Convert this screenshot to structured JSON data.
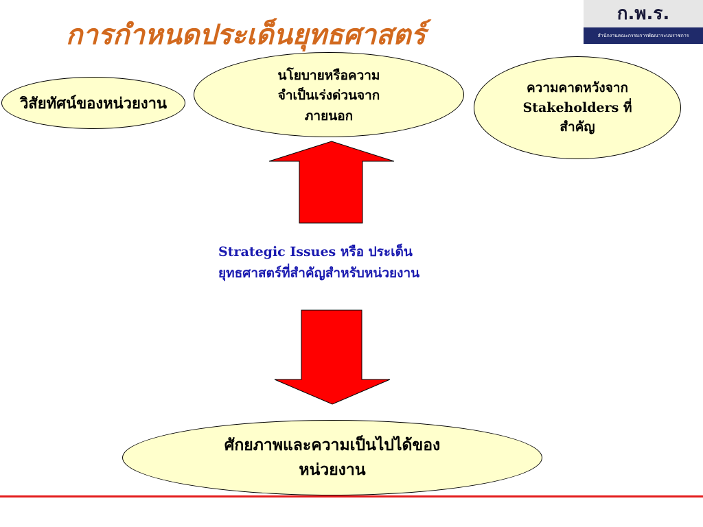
{
  "title": "การกำหนดประเด็นยุทธศาสตร์",
  "logo": {
    "abbr": "ก.พ.ร.",
    "subtitle": "สำนักงานคณะกรรมการพัฒนาระบบราชการ"
  },
  "nodes": {
    "vision": {
      "text": "วิสัยทัศน์ของหน่วยงาน"
    },
    "policy": {
      "lines": [
        "นโยบายหรือความ",
        "จำเป็นเร่งด่วนจาก",
        "ภายนอก"
      ]
    },
    "expectations": {
      "lines": [
        "ความคาดหวังจาก",
        "Stakeholders ที่",
        "สำคัญ"
      ]
    },
    "potential": {
      "lines": [
        "ศักยภาพและความเป็นไปได้ของ",
        "หน่วยงาน"
      ]
    }
  },
  "center": {
    "lines": [
      "Strategic Issues หรือ ประเด็น",
      "ยุทธศาสตร์ที่สำคัญสำหรับหน่วยงาน"
    ]
  },
  "colors": {
    "title": "#d2691e",
    "ellipse_fill": "#ffffcc",
    "arrow": "#ff0000",
    "center_text": "#1a1ab0",
    "rule": "#e31b1b",
    "logo_band": "#1f2a6a"
  }
}
